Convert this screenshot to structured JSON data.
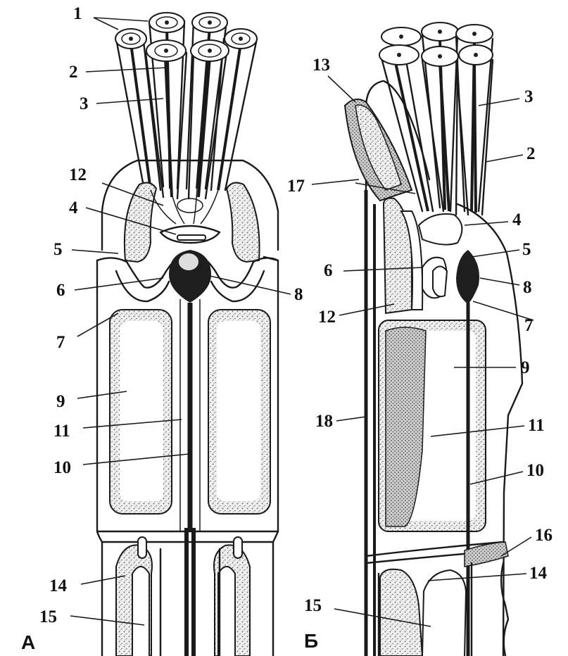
{
  "figure": {
    "panels": [
      {
        "id": "A",
        "label": "А"
      },
      {
        "id": "B",
        "label": "Б"
      }
    ],
    "colors": {
      "ink": "#1a1a1a",
      "paper": "#ffffff",
      "stipple": "#8a8a8a"
    },
    "labels_A": [
      "1",
      "2",
      "3",
      "12",
      "4",
      "5",
      "6",
      "7",
      "8",
      "9",
      "11",
      "10",
      "14",
      "15"
    ],
    "labels_B": [
      "13",
      "3",
      "2",
      "17",
      "4",
      "5",
      "6",
      "8",
      "12",
      "7",
      "9",
      "18",
      "11",
      "10",
      "16",
      "14",
      "15"
    ]
  }
}
